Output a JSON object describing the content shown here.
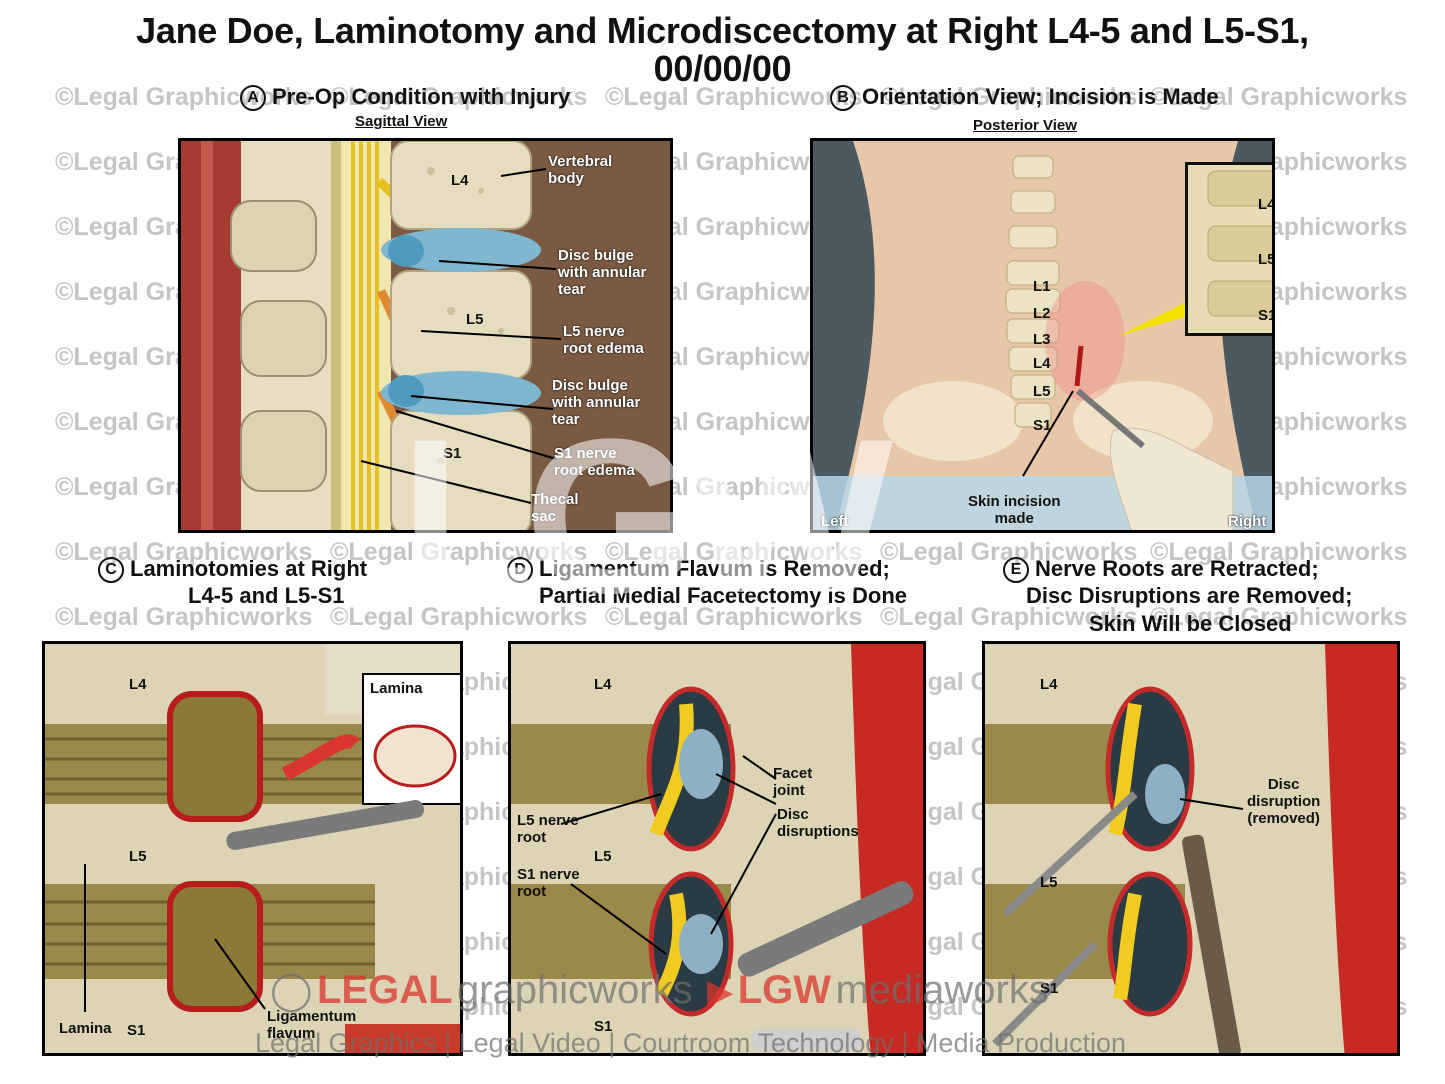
{
  "title_line1": "Jane Doe, Laminotomy and Microdiscectomy at Right L4-5 and L5-S1,",
  "title_line2": "00/00/00",
  "panels": {
    "A": {
      "badge": "A",
      "title": "Pre-Op Condition with Injury",
      "view": "Sagittal View",
      "labels": {
        "l4": "L4",
        "l5": "L5",
        "s1": "S1",
        "vertebral_body": "Vertebral\nbody",
        "disc_bulge_1": "Disc bulge\nwith annular\ntear",
        "l5_nerve": "L5 nerve\nroot edema",
        "disc_bulge_2": "Disc bulge\nwith annular\ntear",
        "s1_nerve": "S1 nerve\nroot edema",
        "thecal_sac": "Thecal\nsac"
      }
    },
    "B": {
      "badge": "B",
      "title": "Orientation View; Incision is Made",
      "view": "Posterior View",
      "labels": {
        "levels": [
          "L1",
          "L2",
          "L3",
          "L4",
          "L5",
          "S1"
        ],
        "inset_l4": "L4",
        "inset_l5": "L5",
        "inset_s1": "S1",
        "incision": "Skin incision\nmade",
        "left": "Left",
        "right": "Right"
      }
    },
    "C": {
      "badge": "C",
      "title_line1": "Laminotomies at Right",
      "title_line2": "L4-5 and L5-S1",
      "labels": {
        "l4": "L4",
        "l5": "L5",
        "s1": "S1",
        "lamina_inset": "Lamina",
        "lamina": "Lamina",
        "ligamentum": "Ligamentum\nflavum"
      }
    },
    "D": {
      "badge": "D",
      "title_line1": "Ligamentum Flavum is Removed;",
      "title_line2": "Partial Medial Facetectomy is Done",
      "labels": {
        "l4": "L4",
        "l5": "L5",
        "s1": "S1",
        "facet": "Facet\njoint",
        "disc": "Disc\ndisruptions",
        "l5_nerve": "L5 nerve\nroot",
        "s1_nerve": "S1 nerve\nroot"
      }
    },
    "E": {
      "badge": "E",
      "title_line1": "Nerve Roots are Retracted;",
      "title_line2": "Disc Disruptions are Removed;",
      "title_line3": "Skin Will be Closed",
      "labels": {
        "l4": "L4",
        "l5": "L5",
        "s1": "S1",
        "disc": "Disc\ndisruption\n(removed)"
      }
    }
  },
  "watermark": "©Legal Graphicworks",
  "logo": {
    "legal": "LEGAL",
    "graphicworks": "graphicworks",
    "lgw": "LGW",
    "mediaworks": "mediaworks",
    "big": "LGW"
  },
  "tagline": "Legal Graphics | Legal Video | Courtroom Technology | Media Production",
  "colors": {
    "accent_red": "#d8362e",
    "nerve_yellow": "#e8c020",
    "bone": "#e6dcc0",
    "skin": "#e8c7a8",
    "disc_blue": "#7fb6d0"
  }
}
